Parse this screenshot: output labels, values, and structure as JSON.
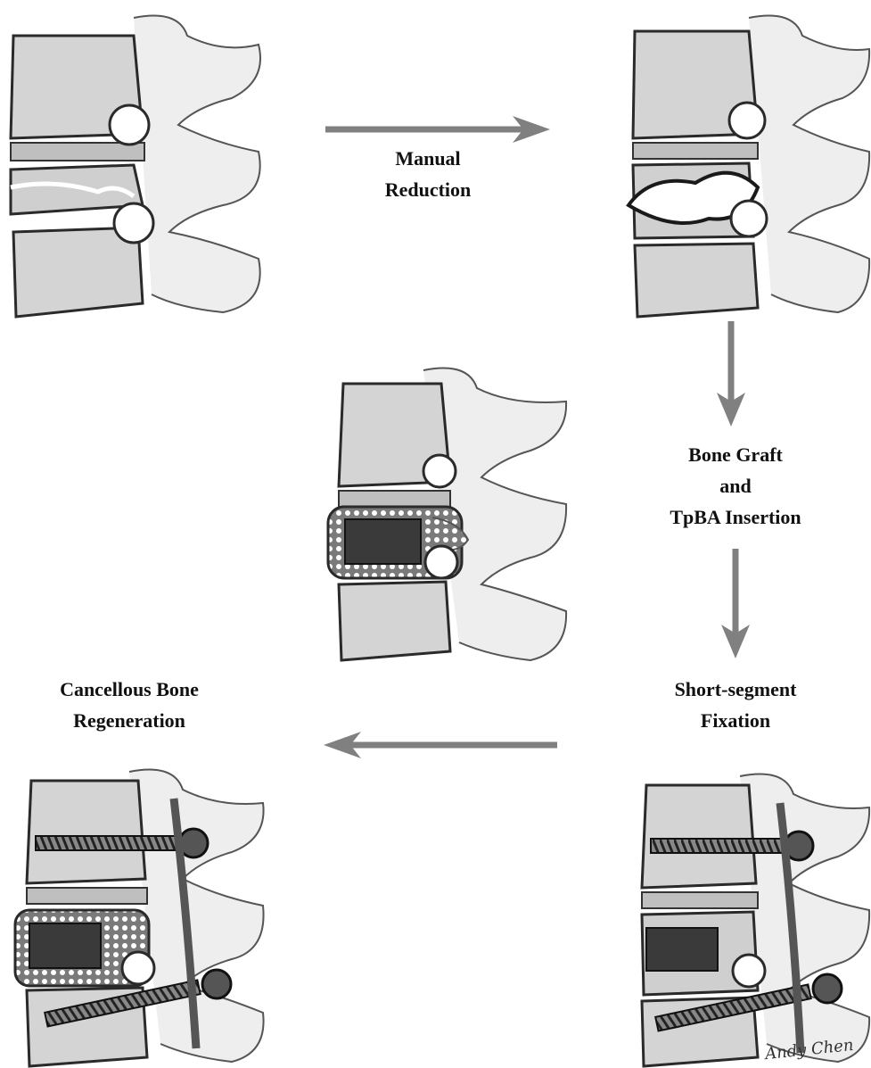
{
  "steps": {
    "manual_reduction": [
      "Manual",
      "Reduction"
    ],
    "bone_graft": [
      "Bone Graft",
      "and",
      "TpBA Insertion"
    ],
    "short_segment": [
      "Short-segment",
      "Fixation"
    ],
    "cancellous": [
      "Cancellous Bone",
      "Regeneration"
    ]
  },
  "signature": "Andy Chen",
  "colors": {
    "arrow": "#808080",
    "bone": "#d9d9d9",
    "bone_dark": "#3a3a3a",
    "implant": "#555555"
  }
}
